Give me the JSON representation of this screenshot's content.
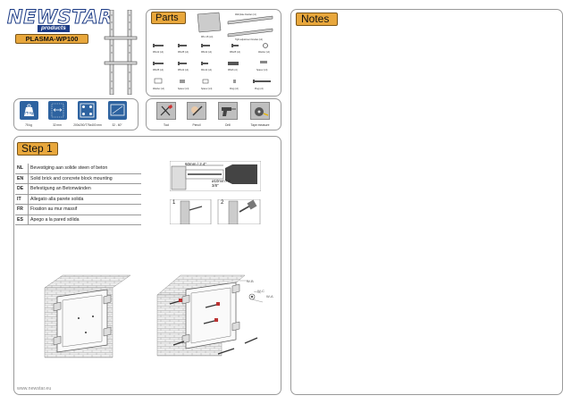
{
  "brand": {
    "name": "NEWSTAR",
    "sub": "products"
  },
  "model": "PLASMA-WP100",
  "sections": {
    "parts": "Parts",
    "notes": "Notes",
    "step": "Step 1"
  },
  "specs": [
    {
      "icon": "weight-icon",
      "tile_text": "75 kg",
      "label": "75 kg"
    },
    {
      "icon": "depth-icon",
      "tile_text": "",
      "label": "32 mm"
    },
    {
      "icon": "vesa-icon",
      "tile_text": "",
      "label": "200x200/775x400 mm"
    },
    {
      "icon": "screen-size-icon",
      "tile_text": "",
      "label": "32 - 60\""
    }
  ],
  "tools": [
    {
      "icon": "screwdriver-icon",
      "label": "Tool"
    },
    {
      "icon": "pencil-icon",
      "label": "Pencil"
    },
    {
      "icon": "drill-icon",
      "label": "Drill"
    },
    {
      "icon": "tape-measure-icon",
      "label": "Tape measure"
    }
  ],
  "instructions": [
    {
      "code": "NL",
      "text": "Bevestiging aan solide steen of beton"
    },
    {
      "code": "EN",
      "text": "Solid brick and concrete block mounting"
    },
    {
      "code": "DE",
      "text": "Befestigung an Betonwänden"
    },
    {
      "code": "IT",
      "text": "Allegato alla parete solida"
    },
    {
      "code": "FR",
      "text": "Fixation au mur massif"
    },
    {
      "code": "ES",
      "text": "Apego a la pared sólida"
    }
  ],
  "drill": {
    "depth": "60mm / 2.4\"",
    "diameter": "ø10mm / ø 3/8\"",
    "step_a": "1",
    "step_b": "2"
  },
  "callouts": {
    "b": "W-B",
    "c": "W-C",
    "a": "W-A"
  },
  "footer": "www.newstar.eu"
}
